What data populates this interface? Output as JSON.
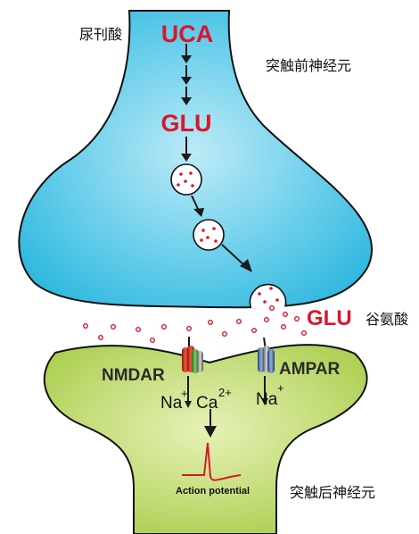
{
  "labels": {
    "uca_cn": "尿刊酸",
    "uca": "UCA",
    "glu_top": "GLU",
    "presynaptic_cn": "突触前神经元",
    "glu_cleft": "GLU",
    "glu_cleft_cn": "谷氨酸",
    "nmdar": "NMDAR",
    "ampar": "AMPAR",
    "ion_na_left": "Na",
    "ion_na_left_sup": "+",
    "ion_ca": "Ca",
    "ion_ca_sup": "2+",
    "ion_na_right": "Na",
    "ion_na_right_sup": "+",
    "action_potential": "Action potential",
    "postsynaptic_cn": "突触后神经元"
  },
  "colors": {
    "presynaptic_fill": "#31b9df",
    "presynaptic_fill_light": "#bdeaf7",
    "postsynaptic_fill": "#a9cc4a",
    "postsynaptic_fill_light": "#e6f1b6",
    "accent_red": "#d8172c",
    "arrow": "#1a1a1a"
  }
}
